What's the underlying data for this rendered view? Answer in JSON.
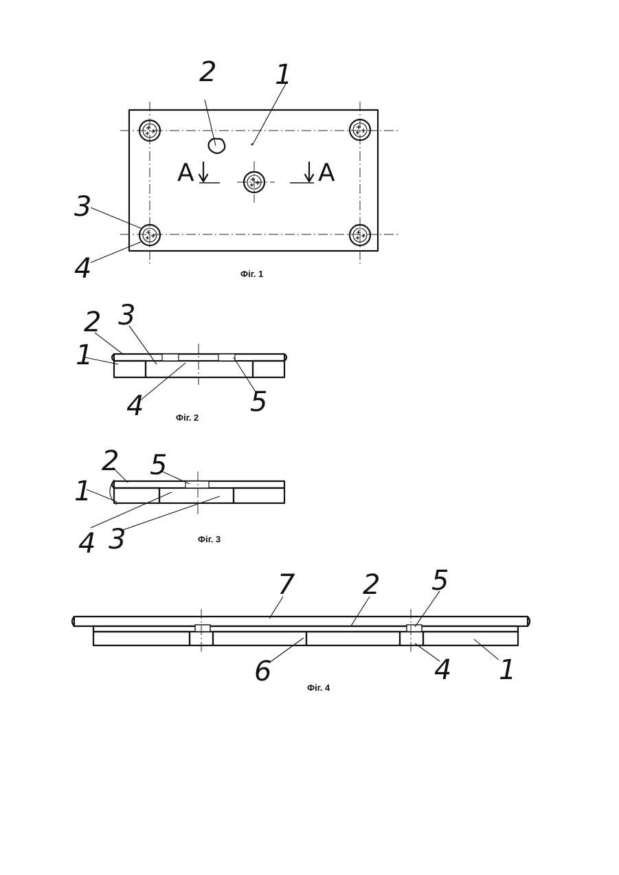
{
  "figures": [
    {
      "caption": "Фіг. 1",
      "callouts": [
        "1",
        "2",
        "3",
        "4"
      ],
      "section_marks": [
        "A",
        "A"
      ]
    },
    {
      "caption": "Фіг. 2",
      "callouts": [
        "1",
        "2",
        "3",
        "4",
        "5"
      ]
    },
    {
      "caption": "Фіг. 3",
      "callouts": [
        "1",
        "2",
        "3",
        "4",
        "5"
      ]
    },
    {
      "caption": "Фіг. 4",
      "callouts": [
        "1",
        "2",
        "4",
        "5",
        "6",
        "7"
      ]
    }
  ],
  "colors": {
    "ink": "#111111",
    "background": "#ffffff"
  }
}
